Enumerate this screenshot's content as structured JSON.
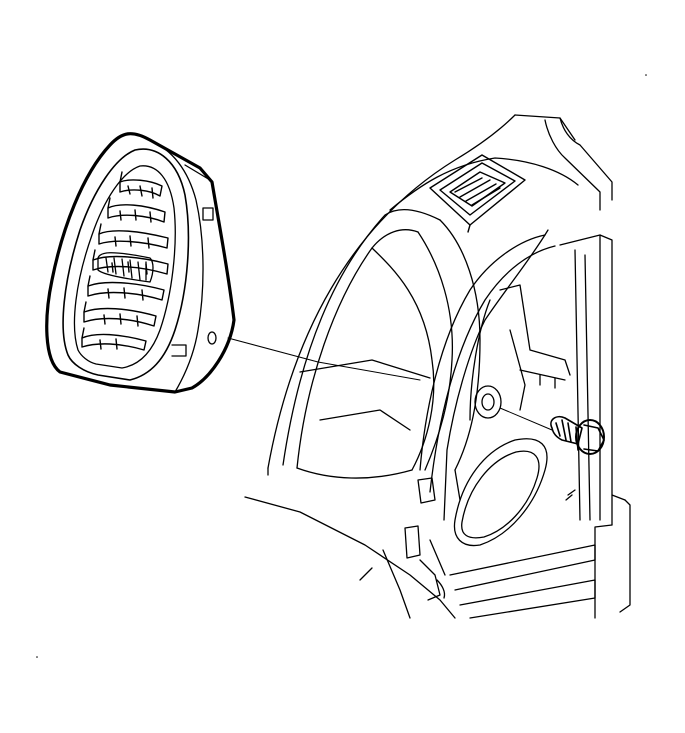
{
  "figure": {
    "kind": "exploded-assembly-line-drawing",
    "parts": [
      {
        "id": "air-outlet",
        "icon": "louvered-vent"
      },
      {
        "id": "screw",
        "icon": "hex-flange-screw"
      },
      {
        "id": "instrument-panel-end",
        "icon": "dashboard-end-panel"
      },
      {
        "id": "side-vent-grille",
        "icon": "small-grille"
      }
    ],
    "leader_lines": 2,
    "ink_color": "#000000",
    "paper_color": "#ffffff"
  }
}
